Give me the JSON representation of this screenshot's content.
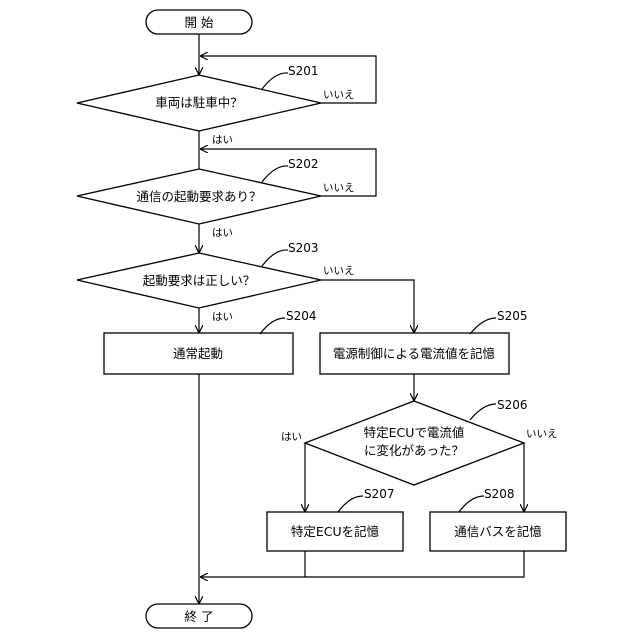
{
  "terminals": {
    "start": "開 始",
    "end": "終 了"
  },
  "steps": {
    "s201": {
      "id": "S201",
      "text": "車両は駐車中？",
      "yes": "はい",
      "no": "いいえ"
    },
    "s202": {
      "id": "S202",
      "text": "通信の起動要求あり？",
      "yes": "はい",
      "no": "いいえ"
    },
    "s203": {
      "id": "S203",
      "text": "起動要求は正しい？",
      "yes": "はい",
      "no": "いいえ"
    },
    "s204": {
      "id": "S204",
      "text": "通常起動"
    },
    "s205": {
      "id": "S205",
      "text": "電源制御による電流値を記憶"
    },
    "s206": {
      "id": "S206",
      "text_line1": "特定ECUで電流値",
      "text_line2": "に変化があった？",
      "yes": "はい",
      "no": "いいえ"
    },
    "s207": {
      "id": "S207",
      "text": "特定ECUを記憶"
    },
    "s208": {
      "id": "S208",
      "text": "通信バスを記憶"
    }
  }
}
